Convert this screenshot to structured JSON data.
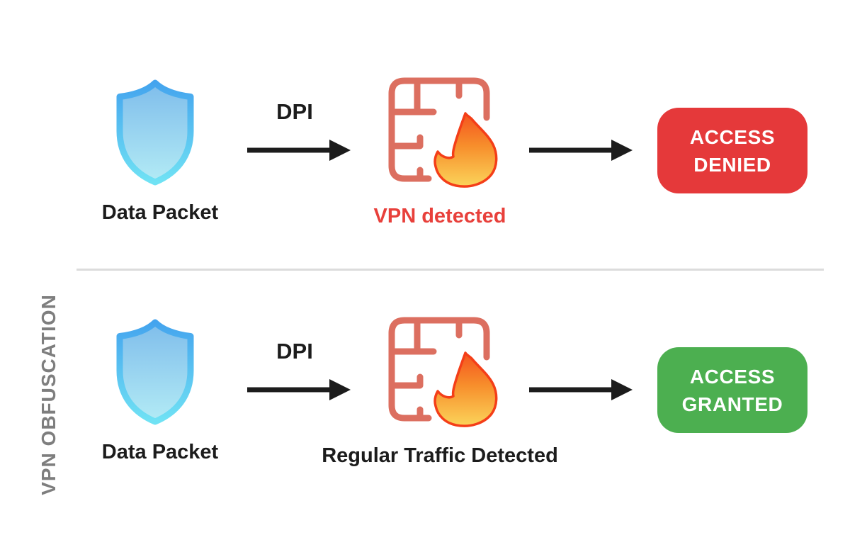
{
  "side_label": "VPN OBFUSCATION",
  "colors": {
    "badge_denied": "#E5393A",
    "badge_granted": "#4CAF50",
    "detected_red": "#E8403B",
    "text_dark": "#1C1C1C",
    "side_label_gray": "#7E7E7E",
    "divider_gray": "#DCDCDC",
    "firewall_wall": "#DC6F60",
    "shield_blue_top": "#44A4EE",
    "shield_cyan_bottom": "#70E2F4",
    "flame_orange_top": "#F4531E",
    "flame_yellow_bottom": "#FBD45A"
  },
  "icons": {
    "shield": "shield-icon",
    "firewall": "firewall-flame-icon",
    "arrow": "arrow-right-icon"
  },
  "rows": [
    {
      "packet_label": "Data Packet",
      "dpi_label": "DPI",
      "detection_label": "VPN detected",
      "detection_color": "#E8403B",
      "badge": {
        "line1": "ACCESS",
        "line2": "DENIED",
        "color": "#E5393A"
      }
    },
    {
      "packet_label": "Data Packet",
      "dpi_label": "DPI",
      "detection_label": "Regular Traffic Detected",
      "detection_color": "#1C1C1C",
      "badge": {
        "line1": "ACCESS",
        "line2": "GRANTED",
        "color": "#4CAF50"
      }
    }
  ]
}
